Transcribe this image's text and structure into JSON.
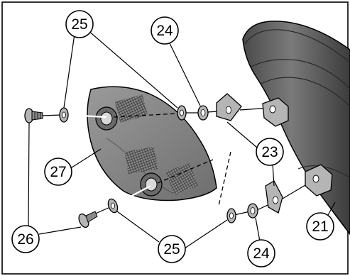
{
  "figure": {
    "callouts": [
      {
        "id": "c25-top",
        "label": "25"
      },
      {
        "id": "c24-top",
        "label": "24"
      },
      {
        "id": "c23",
        "label": "23"
      },
      {
        "id": "c27",
        "label": "27"
      },
      {
        "id": "c21",
        "label": "21"
      },
      {
        "id": "c26",
        "label": "26"
      },
      {
        "id": "c25-bottom",
        "label": "25"
      },
      {
        "id": "c24-bottom",
        "label": "24"
      }
    ],
    "parts": [
      {
        "number": "21",
        "icon": "exhaust-muffler"
      },
      {
        "number": "23",
        "icon": "clip-nut"
      },
      {
        "number": "24",
        "icon": "washer"
      },
      {
        "number": "25",
        "icon": "washer"
      },
      {
        "number": "26",
        "icon": "screw"
      },
      {
        "number": "27",
        "icon": "heat-shield"
      }
    ],
    "colors": {
      "line": "#000000",
      "muffler_fill": "#5f5f5f",
      "shield_fill": "#8a8a8a",
      "hardware_fill": "#b5b5b5"
    }
  }
}
